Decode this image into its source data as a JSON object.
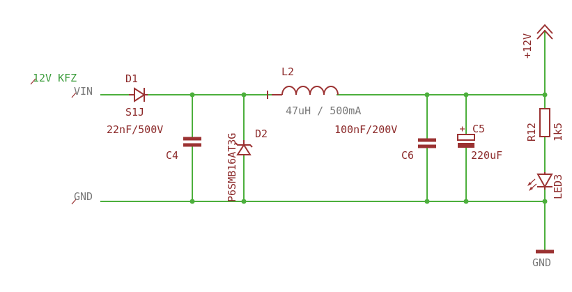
{
  "labels": {
    "supply_net": "12V KFZ",
    "vin": "VIN",
    "gnd_left": "GND",
    "gnd_bottom": "GND",
    "plus12v": "+12V"
  },
  "components": {
    "d1": {
      "ref": "D1",
      "value": "S1J"
    },
    "c4": {
      "ref": "C4",
      "value": "22nF/500V"
    },
    "d2": {
      "ref": "D2",
      "value": "P6SMB16AT3G"
    },
    "l2": {
      "ref": "L2",
      "value": "47uH / 500mA"
    },
    "c6": {
      "ref": "C6",
      "value": "100nF/200V"
    },
    "c5": {
      "ref": "C5",
      "value": "220uF"
    },
    "r12": {
      "ref": "R12",
      "value": "1k5"
    },
    "led3": {
      "ref": "LED3"
    }
  },
  "colors": {
    "wire": "#4caf3c",
    "component": "#9b3232",
    "net_label": "#3d9d3d",
    "pin_label": "#7a7a7a"
  }
}
